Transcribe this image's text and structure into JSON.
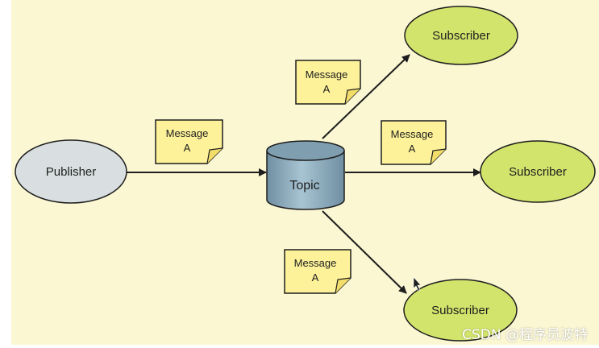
{
  "nodes": {
    "publisher": "Publisher",
    "topic": "Topic",
    "subscriber_top": "Subscriber",
    "subscriber_middle": "Subscriber",
    "subscriber_bottom": "Subscriber"
  },
  "messages": {
    "publisher_to_topic": {
      "line1": "Message",
      "line2": "A"
    },
    "topic_to_top": {
      "line1": "Message",
      "line2": "A"
    },
    "topic_to_middle": {
      "line1": "Message",
      "line2": "A"
    },
    "topic_to_bottom": {
      "line1": "Message",
      "line2": "A"
    }
  },
  "watermark": "CSDN @程序员波特",
  "colors": {
    "background": "#fbf7d3",
    "publisher_fill": "#d9dfe0",
    "subscriber_fill": "#d3e46c",
    "topic_fill": "#8fb0c0",
    "note_fill": "#fdf29a",
    "stroke": "#1e1e1e"
  }
}
